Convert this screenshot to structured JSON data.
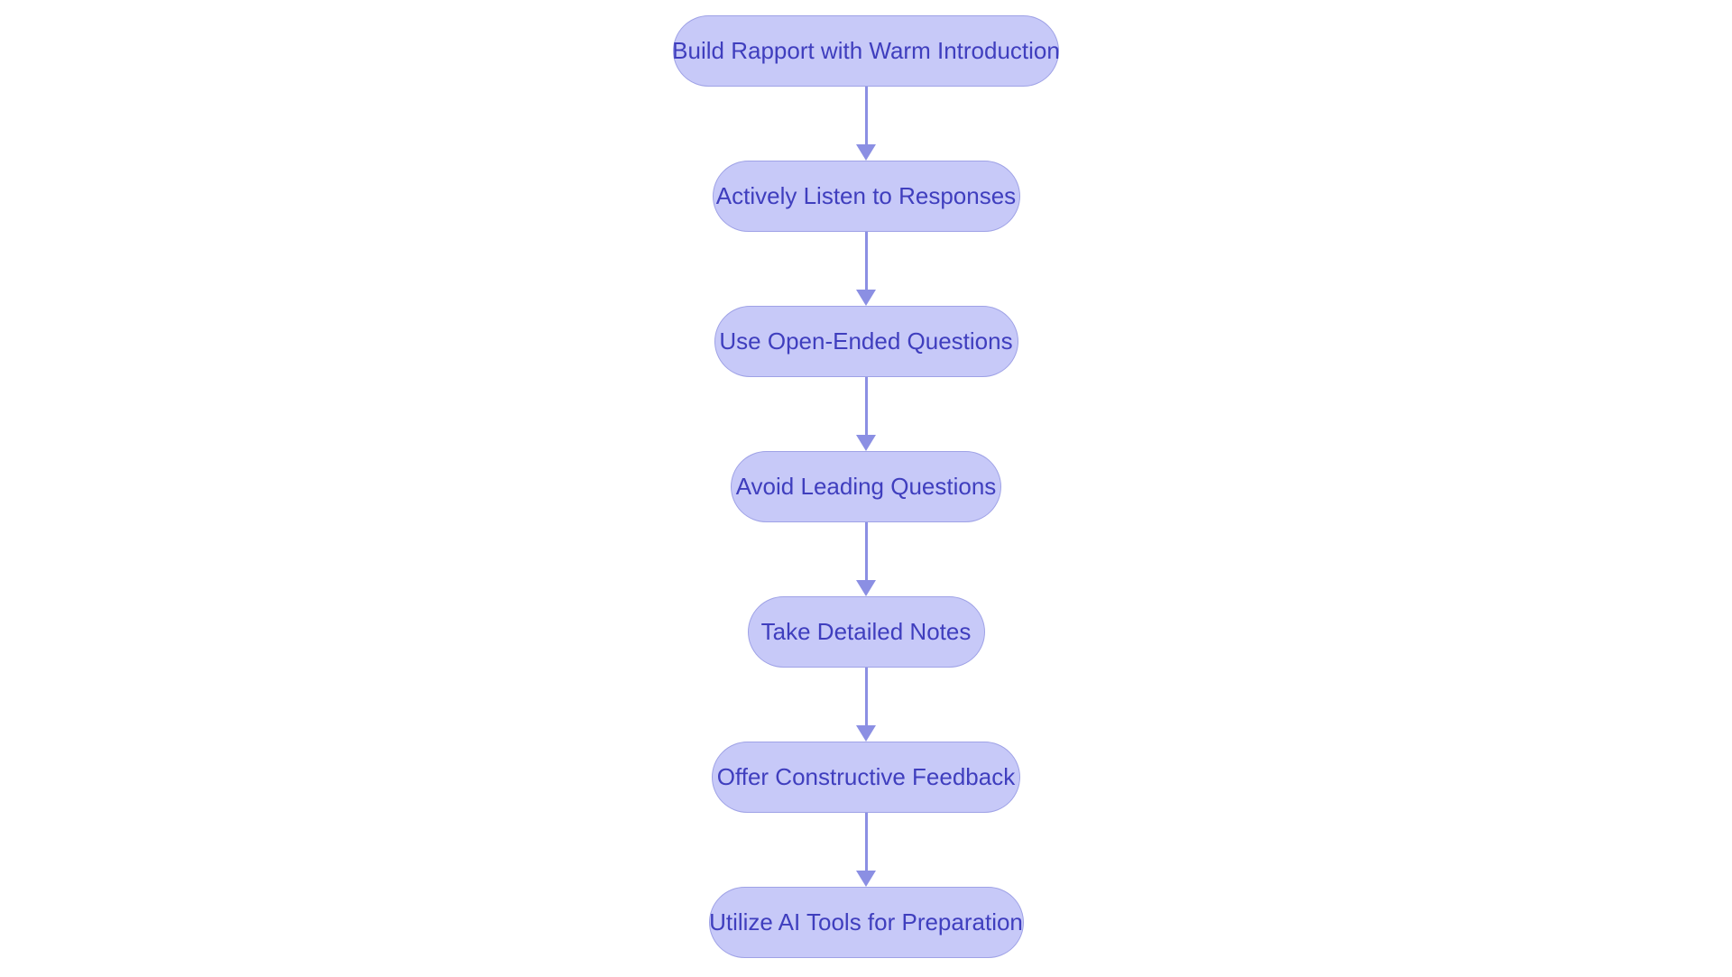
{
  "diagram": {
    "type": "flowchart",
    "direction": "top-down",
    "nodes": [
      {
        "id": "node-1",
        "label": "Build Rapport with Warm Introduction"
      },
      {
        "id": "node-2",
        "label": "Actively Listen to Responses"
      },
      {
        "id": "node-3",
        "label": "Use Open-Ended Questions"
      },
      {
        "id": "node-4",
        "label": "Avoid Leading Questions"
      },
      {
        "id": "node-5",
        "label": "Take Detailed Notes"
      },
      {
        "id": "node-6",
        "label": "Offer Constructive Feedback"
      },
      {
        "id": "node-7",
        "label": "Utilize AI Tools for Preparation"
      }
    ],
    "connections": [
      {
        "from": "node-1",
        "to": "node-2"
      },
      {
        "from": "node-2",
        "to": "node-3"
      },
      {
        "from": "node-3",
        "to": "node-4"
      },
      {
        "from": "node-4",
        "to": "node-5"
      },
      {
        "from": "node-5",
        "to": "node-6"
      },
      {
        "from": "node-6",
        "to": "node-7"
      }
    ],
    "colors": {
      "node_fill": "#c7c9f8",
      "node_border": "#9fa2e6",
      "node_text": "#3f3ebe",
      "arrow": "#8b8fe3",
      "background": "#ffffff"
    }
  }
}
